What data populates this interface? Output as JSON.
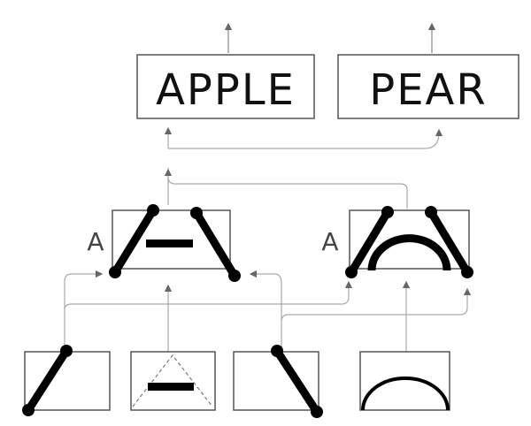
{
  "words": {
    "apple": "APPLE",
    "pear": "PEAR"
  },
  "letter_nodes": {
    "left_label": "A",
    "right_label": "A"
  },
  "colors": {
    "box_stroke": "#555555",
    "arrow": "#777777",
    "connector": "#aaaaaa",
    "ink": "#000000"
  }
}
